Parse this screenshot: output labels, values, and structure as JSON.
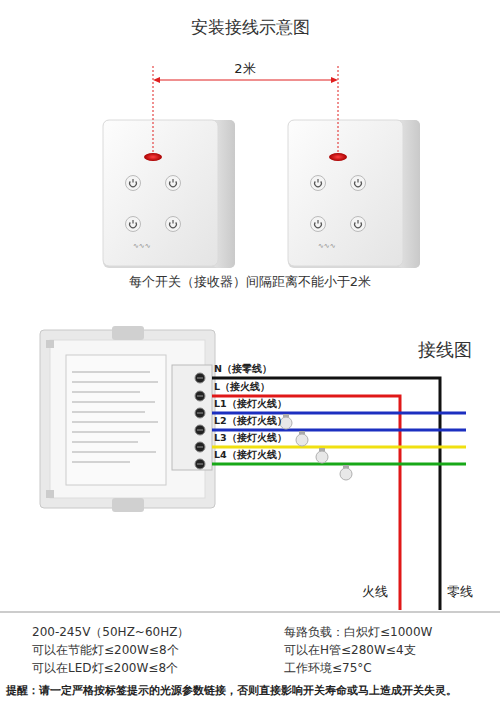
{
  "diagram": {
    "title": "安装接线示意图",
    "labels": [
      "2米",
      "每个开关（接收器）间隔距离不能小于2米",
      "接线图",
      "N（接零线）",
      "L（接火线）",
      "L1（接灯火线）",
      "L2（接灯火线）",
      "L3（接灯火线）",
      "L4（接灯火线）",
      "火线",
      "零线",
      "200-245V（50HZ~60HZ）",
      "可以在节能灯≤200W≤8个",
      "可以在LED灯≤200W≤8个",
      "每路负载：白炽灯≤1000W",
      "可以在H管≤280W≤4支",
      "工作环境≤75°C",
      "提醒：请一定严格按标签提示的光源参数链接，否则直接影响开关寿命或马上造成开关失灵。"
    ]
  }
}
